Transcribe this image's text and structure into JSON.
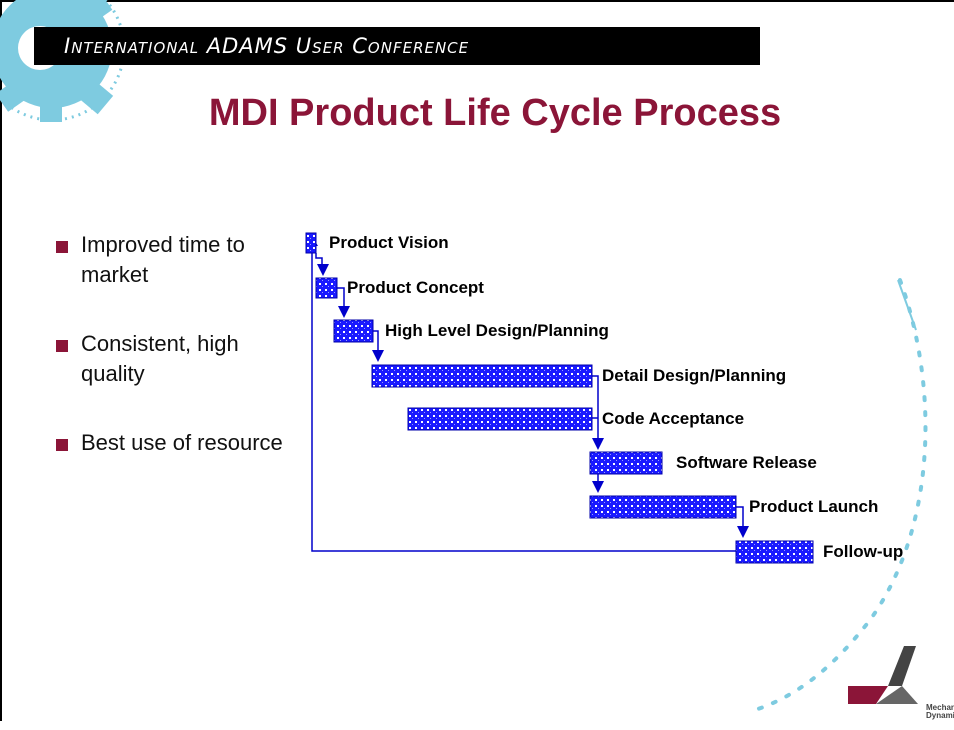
{
  "header": {
    "banner_text": "International ADAMS User Conference",
    "title": "MDI Product Life Cycle Process"
  },
  "bullets": [
    "Improved time to market",
    "Consistent, high quality",
    "Best use of resource"
  ],
  "gantt": {
    "tasks": [
      "Product Vision",
      "Product Concept",
      "High Level Design/Planning",
      "Detail Design/Planning",
      "Code Acceptance",
      "Software Release",
      "Product Launch",
      "Follow-up"
    ]
  },
  "colors": {
    "title": "#8b1538",
    "bullet_marker": "#8b1538",
    "bar_fill": "#1a1aff",
    "connector": "#0000cc",
    "banner_bg": "#000000",
    "decoration": "#7ecbe0"
  },
  "icons": [
    "gear-icon",
    "company-logo-icon"
  ],
  "logo": {
    "text_line1": "Mechanical",
    "text_line2": "Dynamics"
  }
}
